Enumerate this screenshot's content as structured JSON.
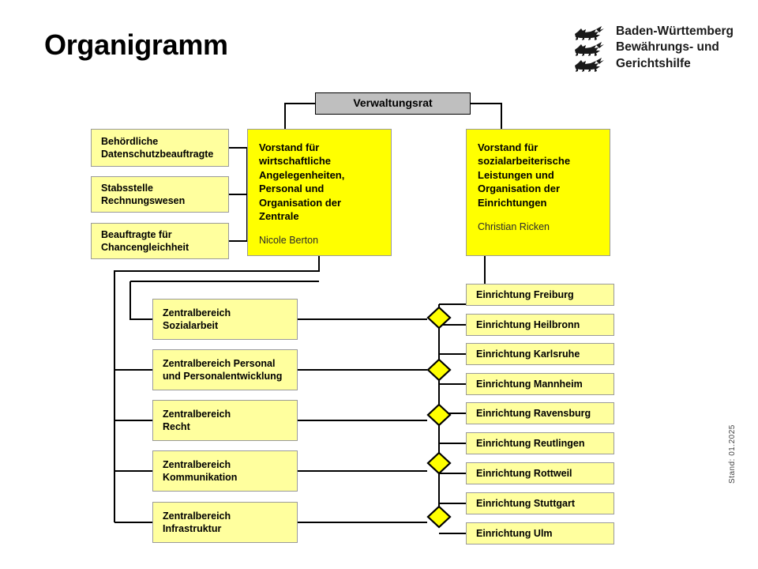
{
  "page": {
    "title": "Organigramm",
    "stand_note": "Stand: 01.2025"
  },
  "logo": {
    "icon": "three-lions-crest-icon",
    "line1": "Baden-Württemberg",
    "line2": "Bewährungs- und",
    "line3": "Gerichtshilfe"
  },
  "colors": {
    "council_fill": "#bfbfbf",
    "board_fill": "#ffff00",
    "soft_fill": "#ffff9e",
    "border": "#9a9a9a",
    "line": "#000000",
    "diamond_fill": "#ffff00"
  },
  "chart_data": {
    "type": "diagram",
    "title": "Organigramm"
  },
  "council": {
    "label": "Verwaltungsrat"
  },
  "boards": [
    {
      "title": "Vorstand für\nwirtschaftliche\nAngelegenheiten,\nPersonal und\nOrganisation der\nZentrale",
      "person": "Nicole Berton"
    },
    {
      "title": "Vorstand für\nsozialarbeiterische\nLeistungen und\nOrganisation der\nEinrichtungen",
      "person": "Christian Ricken"
    }
  ],
  "staff_units": [
    {
      "label": "Behördliche\nDatenschutzbeauftragte"
    },
    {
      "label": "Stabsstelle\nRechnungswesen"
    },
    {
      "label": "Beauftragte für\nChancengleichheit"
    }
  ],
  "departments": [
    {
      "label": "Zentralbereich\nSozialarbeit"
    },
    {
      "label": "Zentralbereich Personal\nund Personalentwicklung"
    },
    {
      "label": "Zentralbereich\nRecht"
    },
    {
      "label": "Zentralbereich\nKommunikation"
    },
    {
      "label": "Zentralbereich\nInfrastruktur"
    }
  ],
  "facilities": [
    {
      "label": "Einrichtung Freiburg"
    },
    {
      "label": "Einrichtung Heilbronn"
    },
    {
      "label": "Einrichtung Karlsruhe"
    },
    {
      "label": "Einrichtung Mannheim"
    },
    {
      "label": "Einrichtung Ravensburg"
    },
    {
      "label": "Einrichtung Reutlingen"
    },
    {
      "label": "Einrichtung Rottweil"
    },
    {
      "label": "Einrichtung Stuttgart"
    },
    {
      "label": "Einrichtung Ulm"
    }
  ]
}
